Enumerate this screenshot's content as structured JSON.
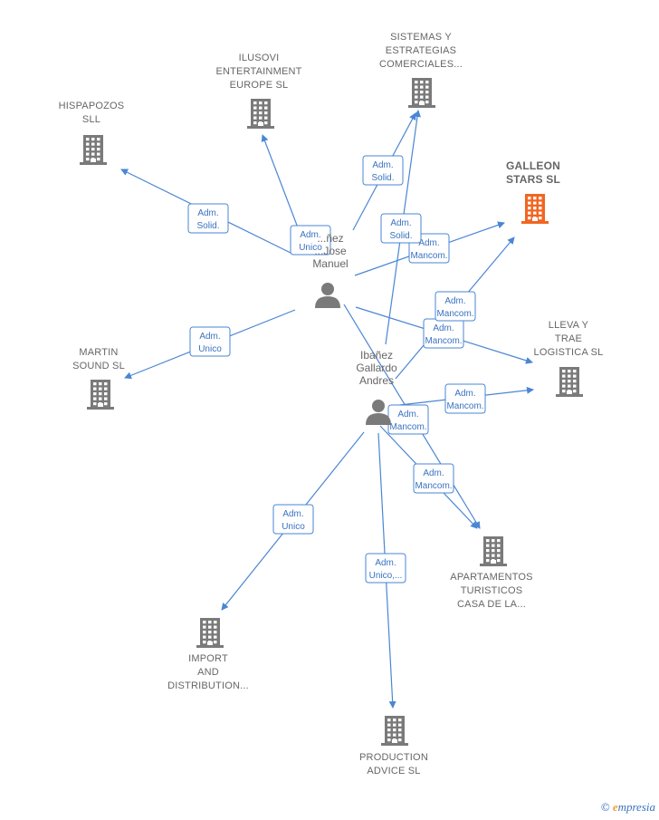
{
  "colors": {
    "edge": "#4a86d4",
    "building": "#7a7a7a",
    "building_highlight": "#f26522",
    "person": "#7a7a7a",
    "label_text": "#666666",
    "edge_label_text": "#3a72c0"
  },
  "companies": [
    {
      "id": "hispapozos",
      "lines": [
        "HISPAPOZOS",
        "SLL"
      ],
      "highlight": false
    },
    {
      "id": "ilusovi",
      "lines": [
        "ILUSOVI",
        "ENTERTAINMENT",
        "EUROPE  SL"
      ],
      "highlight": false
    },
    {
      "id": "sistemas",
      "lines": [
        "SISTEMAS Y",
        "ESTRATEGIAS",
        "COMERCIALES..."
      ],
      "highlight": false
    },
    {
      "id": "galleon",
      "lines": [
        "GALLEON",
        "STARS  SL"
      ],
      "highlight": true
    },
    {
      "id": "lleva",
      "lines": [
        "LLEVA Y",
        "TRAE",
        "LOGISTICA  SL"
      ],
      "highlight": false
    },
    {
      "id": "martin",
      "lines": [
        "MARTIN",
        "SOUND SL"
      ],
      "highlight": false
    },
    {
      "id": "apartamentos",
      "lines": [
        "APARTAMENTOS",
        "TURISTICOS",
        "CASA DE LA..."
      ],
      "highlight": false
    },
    {
      "id": "import",
      "lines": [
        "IMPORT",
        "AND",
        "DISTRIBUTION..."
      ],
      "highlight": false
    },
    {
      "id": "production",
      "lines": [
        "PRODUCTION",
        "ADVICE  SL"
      ],
      "highlight": false
    }
  ],
  "persons": [
    {
      "id": "p1",
      "lines": [
        "...ñez",
        "...Jose",
        "Manuel"
      ]
    },
    {
      "id": "p2",
      "lines": [
        "Ibañez",
        "Gallardo",
        "Andres"
      ]
    }
  ],
  "edges": [
    {
      "from": "p1",
      "to": "hispapozos",
      "label": [
        "Adm.",
        "Solid."
      ]
    },
    {
      "from": "p1",
      "to": "ilusovi",
      "label": [
        "Adm.",
        "Unico"
      ]
    },
    {
      "from": "p1",
      "to": "sistemas",
      "label": [
        "Adm.",
        "Solid."
      ]
    },
    {
      "from": "p1",
      "to": "galleon",
      "label": [
        "Adm.",
        "Mancom."
      ]
    },
    {
      "from": "p1",
      "to": "lleva",
      "label": [
        "Adm.",
        "Mancom."
      ]
    },
    {
      "from": "p1",
      "to": "martin",
      "label": [
        "Adm.",
        "Unico"
      ]
    },
    {
      "from": "p1",
      "to": "apartamentos",
      "label": [
        "Adm.",
        "Mancom."
      ]
    },
    {
      "from": "p2",
      "to": "sistemas",
      "label": [
        "Adm.",
        "Solid."
      ]
    },
    {
      "from": "p2",
      "to": "galleon",
      "label": [
        "Adm.",
        "Mancom."
      ]
    },
    {
      "from": "p2",
      "to": "lleva",
      "label": [
        "Adm.",
        "Mancom."
      ]
    },
    {
      "from": "p2",
      "to": "apartamentos",
      "label": [
        "Adm.",
        "Mancom."
      ]
    },
    {
      "from": "p2",
      "to": "import",
      "label": [
        "Adm.",
        "Unico"
      ]
    },
    {
      "from": "p2",
      "to": "production",
      "label": [
        "Adm.",
        "Unico,..."
      ]
    }
  ],
  "watermark": {
    "symbol": "©",
    "initial": "e",
    "text": "mpresia"
  }
}
